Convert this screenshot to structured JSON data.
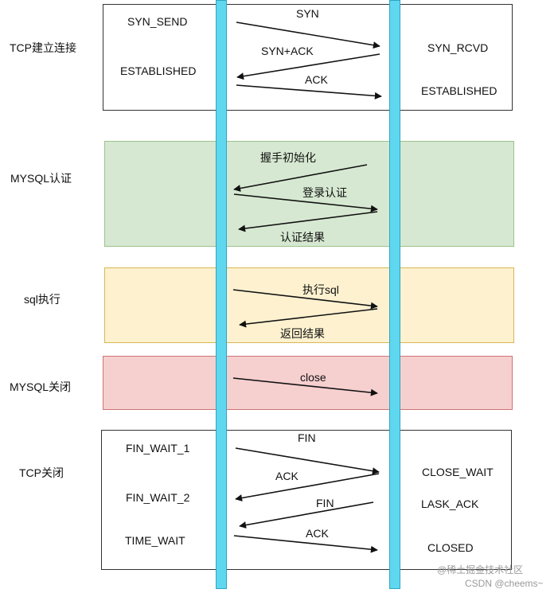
{
  "phases": {
    "tcp_open": "TCP建立连接",
    "mysql_auth": "MYSQL认证",
    "sql_exec": "sql执行",
    "mysql_close": "MYSQL关闭",
    "tcp_close": "TCP关闭"
  },
  "client_states": {
    "syn_send": "SYN_SEND",
    "established": "ESTABLISHED",
    "fin_wait_1": "FIN_WAIT_1",
    "fin_wait_2": "FIN_WAIT_2",
    "time_wait": "TIME_WAIT"
  },
  "server_states": {
    "syn_rcvd": "SYN_RCVD",
    "established": "ESTABLISHED",
    "close_wait": "CLOSE_WAIT",
    "lask_ack": "LASK_ACK",
    "closed": "CLOSED"
  },
  "messages": {
    "syn": "SYN",
    "syn_ack": "SYN+ACK",
    "ack_open": "ACK",
    "handshake_init": "握手初始化",
    "login_auth": "登录认证",
    "auth_result": "认证结果",
    "exec_sql": "执行sql",
    "return_result": "返回结果",
    "close": "close",
    "fin_client": "FIN",
    "ack_close": "ACK",
    "fin_server": "FIN",
    "ack_final": "ACK"
  },
  "watermark": {
    "line1": "@稀土掘金技术社区",
    "line2": "CSDN @cheems~"
  },
  "colors": {
    "lifeline": "#5fd8ef",
    "tcp_panel": "#ffffff",
    "auth_panel": "#d6e8d1",
    "sql_panel": "#fdf1cf",
    "close_panel": "#f6cfcf"
  }
}
